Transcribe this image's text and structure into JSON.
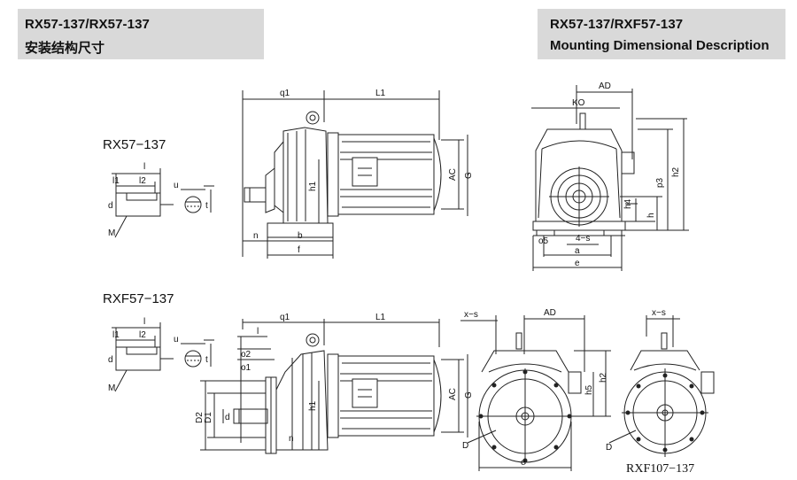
{
  "header_left": {
    "line1": "RX57-137/RX57-137",
    "line2": "安装结构尺寸"
  },
  "header_right": {
    "line1": "RX57-137/RXF57-137",
    "line2": "Mounting Dimensional Description"
  },
  "model_labels": {
    "rx": "RX57−137",
    "rxf": "RXF57−137",
    "rxf107": "RXF107−137"
  },
  "dims": {
    "l": "l",
    "l1": "l1",
    "l2": "l2",
    "u": "u",
    "d": "d",
    "t": "t",
    "m": "M",
    "q1": "q1",
    "L1": "L1",
    "h1": "h1",
    "AC": "AC",
    "G": "G",
    "n": "n",
    "b": "b",
    "f": "f",
    "AD": "AD",
    "KO": "KO",
    "p3": "p3",
    "h2": "h2",
    "h4": "h4",
    "h": "h",
    "o5": "ο5",
    "4s": "4−s",
    "a": "a",
    "e": "e",
    "o1": "ο1",
    "o2": "ο2",
    "D1": "D1",
    "D2": "D2",
    "D": "D",
    "xs": "x−s",
    "h5": "h5"
  }
}
